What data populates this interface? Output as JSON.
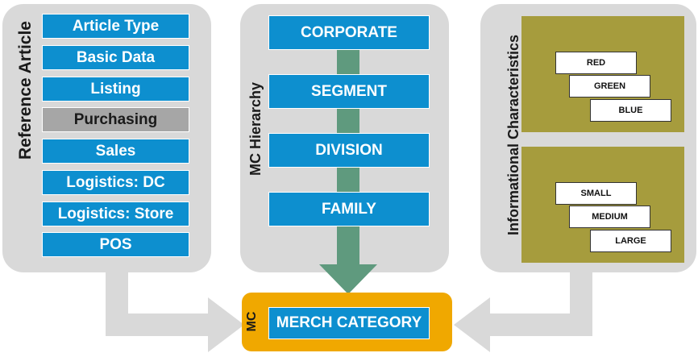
{
  "reference_article": {
    "title": "Reference Article",
    "views": [
      "Article Type",
      "Basic Data",
      "Listing",
      "Purchasing",
      "Sales",
      "Logistics: DC",
      "Logistics: Store",
      "POS"
    ],
    "highlighted": "Purchasing"
  },
  "mc_hierarchy": {
    "title": "MC Hierarchy",
    "levels": [
      "CORPORATE",
      "SEGMENT",
      "DIVISION",
      "FAMILY"
    ]
  },
  "informational_characteristics": {
    "title": "Informational Characteristics",
    "group_colors": [
      "RED",
      "GREEN",
      "BLUE"
    ],
    "group_sizes": [
      "SMALL",
      "MEDIUM",
      "LARGE"
    ]
  },
  "merch_category": {
    "side_label": "MC",
    "label": "MERCH CATEGORY"
  },
  "colors": {
    "blue": "#0d8fcf",
    "panel_gray": "#d9d9d9",
    "olive": "#a69c3d",
    "orange": "#f0a800",
    "green_arrow": "#5f9a7e",
    "gray_arrow": "#d9d9d9"
  }
}
